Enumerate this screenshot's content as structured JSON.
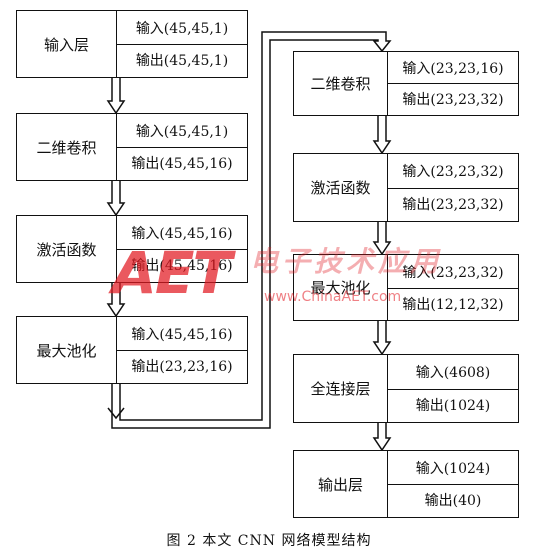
{
  "left_column": [
    {
      "name": "输入层",
      "input": "输入(45,45,1)",
      "output": "输出(45,45,1)"
    },
    {
      "name": "二维卷积",
      "input": "输入(45,45,1)",
      "output": "输出(45,45,16)"
    },
    {
      "name": "激活函数",
      "input": "输入(45,45,16)",
      "output": "输出(45,45,16)"
    },
    {
      "name": "最大池化",
      "input": "输入(45,45,16)",
      "output": "输出(23,23,16)"
    }
  ],
  "right_column": [
    {
      "name": "二维卷积",
      "input": "输入(23,23,16)",
      "output": "输出(23,23,32)"
    },
    {
      "name": "激活函数",
      "input": "输入(23,23,32)",
      "output": "输出(23,23,32)"
    },
    {
      "name": "最大池化",
      "input": "输入(23,23,32)",
      "output": "输出(12,12,32)"
    },
    {
      "name": "全连接层",
      "input": "输入(4608)",
      "output": "输出(1024)"
    },
    {
      "name": "输出层",
      "input": "输入(1024)",
      "output": "输出(40)"
    }
  ],
  "watermark": {
    "logo": "AET",
    "cn": "电子技术应用",
    "url": "www.ChinaAET.com",
    "color": "#e21a22"
  },
  "caption": "图 2  本文 CNN 网络模型结构"
}
